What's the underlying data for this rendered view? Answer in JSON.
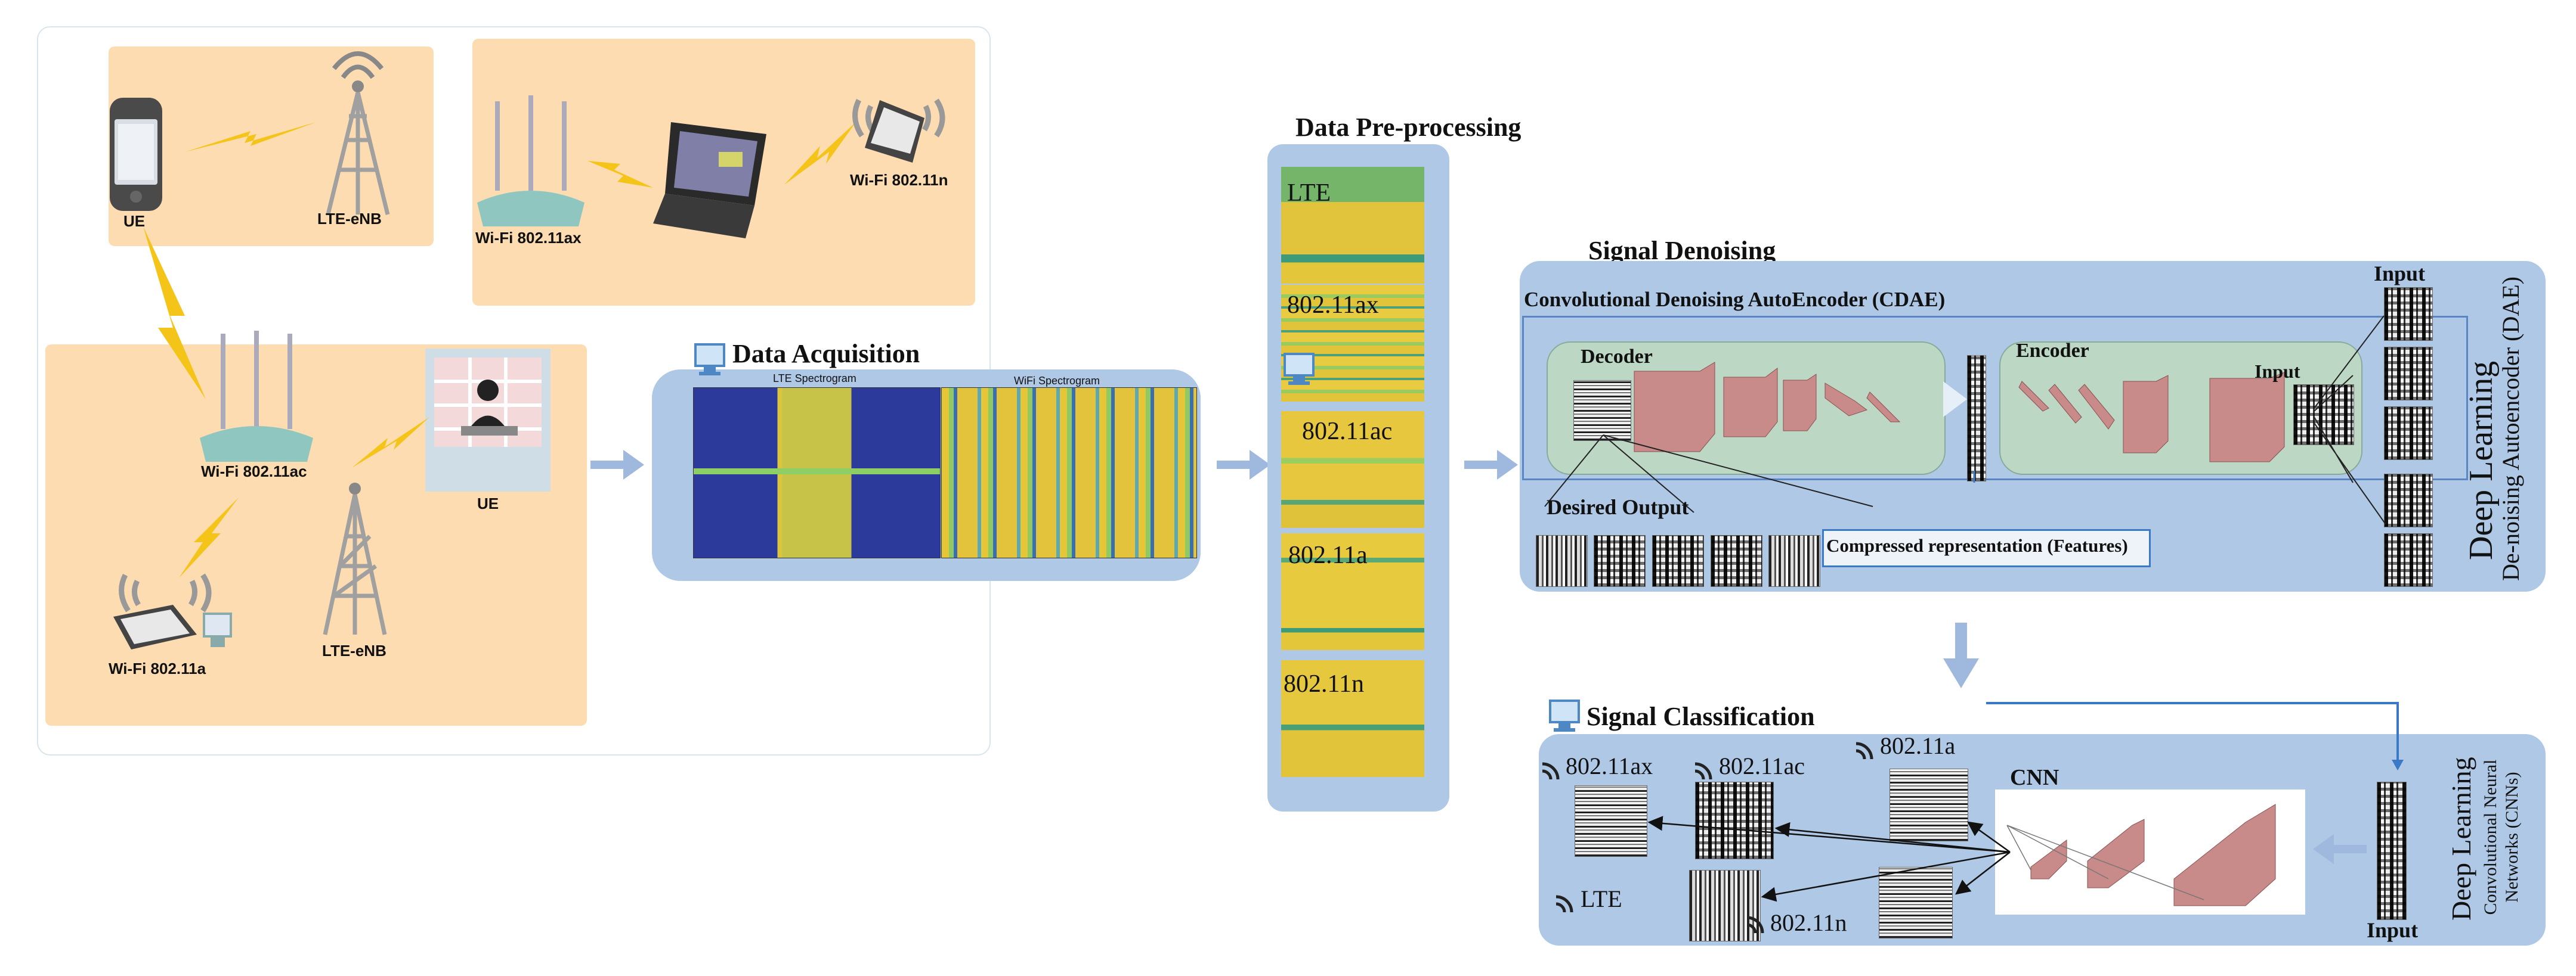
{
  "acquisition": {
    "devices": {
      "ue_top": "UE",
      "lte_enb_top": "LTE-eNB",
      "wifi_ax": "Wi-Fi 802.11ax",
      "wifi_n": "Wi-Fi 802.11n",
      "wifi_ac": "Wi-Fi 802.11ac",
      "ue_mid": "UE",
      "wifi_a": "Wi-Fi 802.11a",
      "lte_enb_bottom": "LTE-eNB"
    },
    "title": "Data Acquisition",
    "lte_spectrogram_title": "LTE Spectrogram",
    "wifi_spectrogram_title": "WiFi Spectrogram"
  },
  "preprocessing": {
    "title": "Data Pre-processing",
    "strips": [
      "LTE",
      "802.11ax",
      "802.11ac",
      "802.11a",
      "802.11n"
    ]
  },
  "denoising": {
    "title": "Signal Denoising",
    "cdae_label": "Convolutional Denoising AutoEncoder (CDAE)",
    "decoder_label": "Decoder",
    "encoder_label": "Encoder",
    "input_label": "Input",
    "input_top_label": "Input",
    "desired_output_label": "Desired Output",
    "compressed_label": "Compressed representation (Features)",
    "side_title": "Deep Learning",
    "side_subtitle": "De-noising Autoencoder (DAE)"
  },
  "classification": {
    "title": "Signal Classification",
    "cnn_label": "CNN",
    "input_label": "Input",
    "outputs": [
      "802.11ax",
      "802.11ac",
      "802.11a",
      "LTE",
      "802.11n"
    ],
    "side_title": "Deep Learning",
    "side_subtitle": "Convolutional Neural Networks (CNNs)"
  },
  "colors": {
    "peach": "#fcdcb0",
    "panel_blue": "#aec8e6",
    "arrow_blue": "#9fb8de",
    "lightning": "#f5c418",
    "router_teal": "#8fc7c0",
    "layer_red": "#c98a8a"
  }
}
